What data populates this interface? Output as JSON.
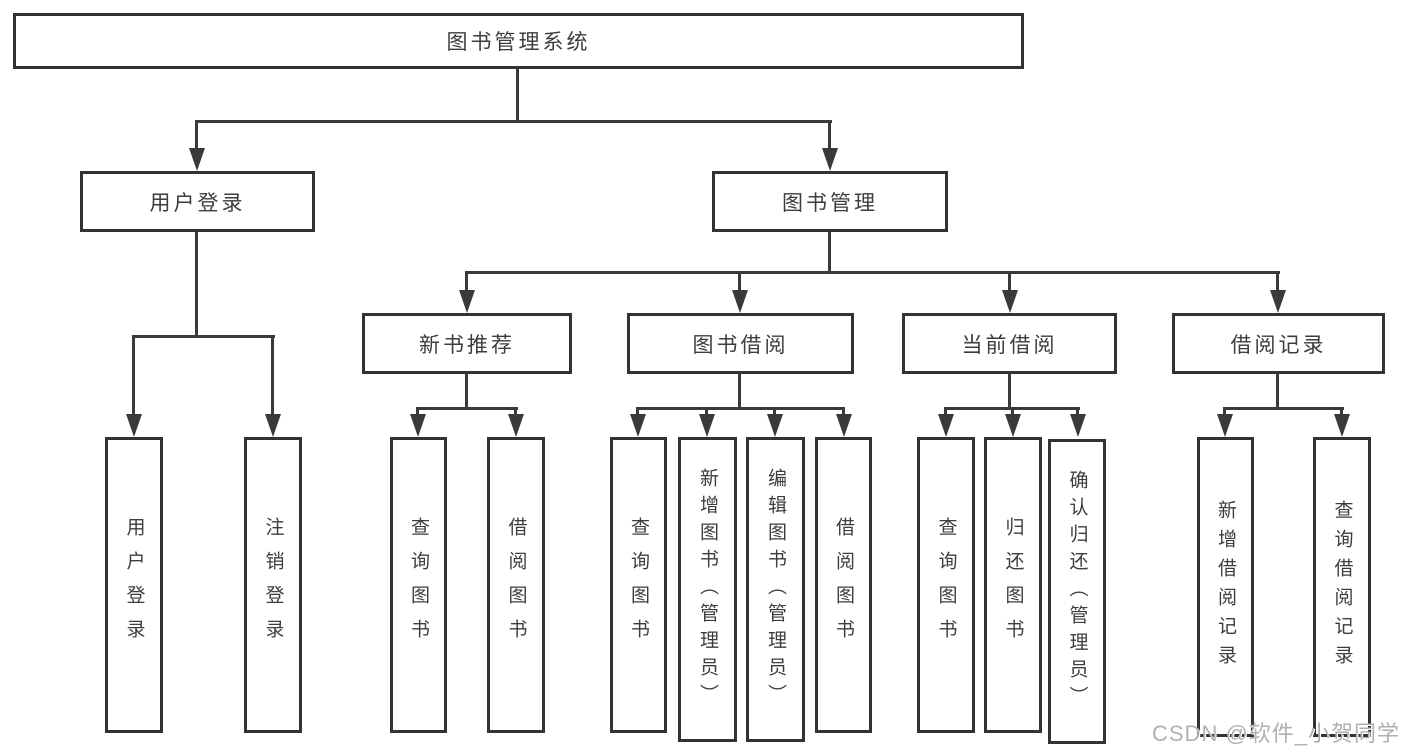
{
  "diagram_title": "图书管理系统",
  "hierarchy": {
    "label": "图书管理系统",
    "children": [
      {
        "label": "用户登录",
        "children": [
          {
            "label": "用户登录"
          },
          {
            "label": "注销登录"
          }
        ]
      },
      {
        "label": "图书管理",
        "children": [
          {
            "label": "新书推荐",
            "children": [
              {
                "label": "查询图书"
              },
              {
                "label": "借阅图书"
              }
            ]
          },
          {
            "label": "图书借阅",
            "children": [
              {
                "label": "查询图书"
              },
              {
                "label": "新增图书（管理员）"
              },
              {
                "label": "编辑图书（管理员）"
              },
              {
                "label": "借阅图书"
              }
            ]
          },
          {
            "label": "当前借阅",
            "children": [
              {
                "label": "查询图书"
              },
              {
                "label": "归还图书"
              },
              {
                "label": "确认归还（管理员）"
              }
            ]
          },
          {
            "label": "借阅记录",
            "children": [
              {
                "label": "新增借阅记录"
              },
              {
                "label": "查询借阅记录"
              }
            ]
          }
        ]
      }
    ]
  },
  "watermark": {
    "text": "CSDN @软件_小贺同学"
  },
  "colors": {
    "line": "#3a3a3a",
    "border": "#333333",
    "text": "#3d3d3d",
    "watermark": "#b0b0b0",
    "background": "#ffffff"
  }
}
